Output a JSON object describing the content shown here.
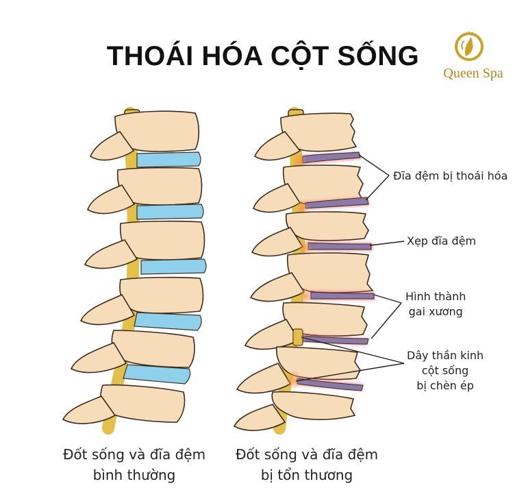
{
  "title": "THOÁI HÓA CỘT SỐNG",
  "brand": {
    "name": "Queen Spa",
    "icon": "queen-spa-logo-icon",
    "color": "#c9a227"
  },
  "colors": {
    "bone": "#f6dcb8",
    "bone_outline": "#3a2a1a",
    "healthy_disc": "#8fd1ec",
    "damaged_disc": "#8b7aa8",
    "inflammation": "#e9606a",
    "nerve": "#e2c04a"
  },
  "annotations": {
    "degenerated_disc": "Đĩa đệm bị thoái hóa",
    "collapsed_disc": "Xẹp đĩa đệm",
    "bone_spur": [
      "Hình thành",
      "gai xương"
    ],
    "nerve_compression": [
      "Dây thần kinh",
      "cột sống",
      "bị chèn ép"
    ]
  },
  "captions": {
    "normal": [
      "Đốt sống và đĩa đệm",
      "bình thường"
    ],
    "damaged": [
      "Đốt sống và đĩa đệm",
      "bị tổn thương"
    ]
  }
}
